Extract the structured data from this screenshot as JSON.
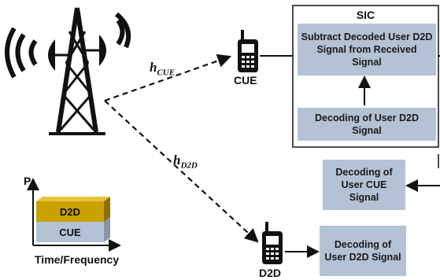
{
  "sic": {
    "title": "SIC",
    "subtract_box": "Subtract Decoded User D2D Signal from Received Signal",
    "decode_box": "Decoding of User D2D Signal"
  },
  "links": {
    "cue_channel": "h",
    "cue_channel_sub": "CUE",
    "d2d_channel": "h",
    "d2d_channel_sub": "D2D"
  },
  "devices": {
    "cue_label": "CUE",
    "d2d_label": "D2D"
  },
  "receiver_d2d": {
    "decode_cue_box": "Decoding of User CUE Signal",
    "decode_d2d_box": "Decoding of User D2D Signal"
  },
  "spectrum": {
    "ylabel": "P",
    "xlabel": "Time/Frequency",
    "top_layer": "D2D",
    "bottom_layer": "CUE",
    "colors": {
      "d2d": "#c9a200",
      "cue": "#b4c2d6"
    }
  }
}
